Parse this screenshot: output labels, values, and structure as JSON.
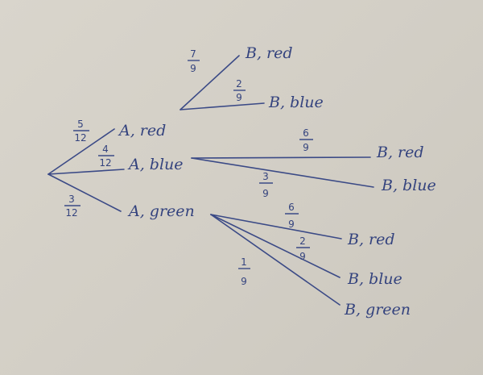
{
  "first_stage": {
    "red": {
      "label": "A, red",
      "prob": {
        "num": "5",
        "den": "12"
      }
    },
    "blue": {
      "label": "A, blue",
      "prob": {
        "num": "4",
        "den": "12"
      }
    },
    "green": {
      "label": "A, green",
      "prob": {
        "num": "3",
        "den": "12"
      }
    }
  },
  "second_stage": {
    "after_red": {
      "red": {
        "label": "B, red",
        "prob": {
          "num": "7",
          "den": "9"
        }
      },
      "blue": {
        "label": "B, blue",
        "prob": {
          "num": "2",
          "den": "9"
        }
      }
    },
    "after_blue": {
      "red": {
        "label": "B, red",
        "prob": {
          "num": "6",
          "den": "9"
        }
      },
      "blue": {
        "label": "B, blue",
        "prob": {
          "num": "3",
          "den": "9"
        }
      }
    },
    "after_green": {
      "red": {
        "label": "B, red",
        "prob": {
          "num": "6",
          "den": "9"
        }
      },
      "blue": {
        "label": "B, blue",
        "prob": {
          "num": "2",
          "den": "9"
        }
      },
      "green": {
        "label": "B, green",
        "prob": {
          "num": "1",
          "den": "9"
        }
      }
    }
  },
  "colors": {
    "ink": "#3b4a86",
    "paper": "#d6d2c9"
  }
}
